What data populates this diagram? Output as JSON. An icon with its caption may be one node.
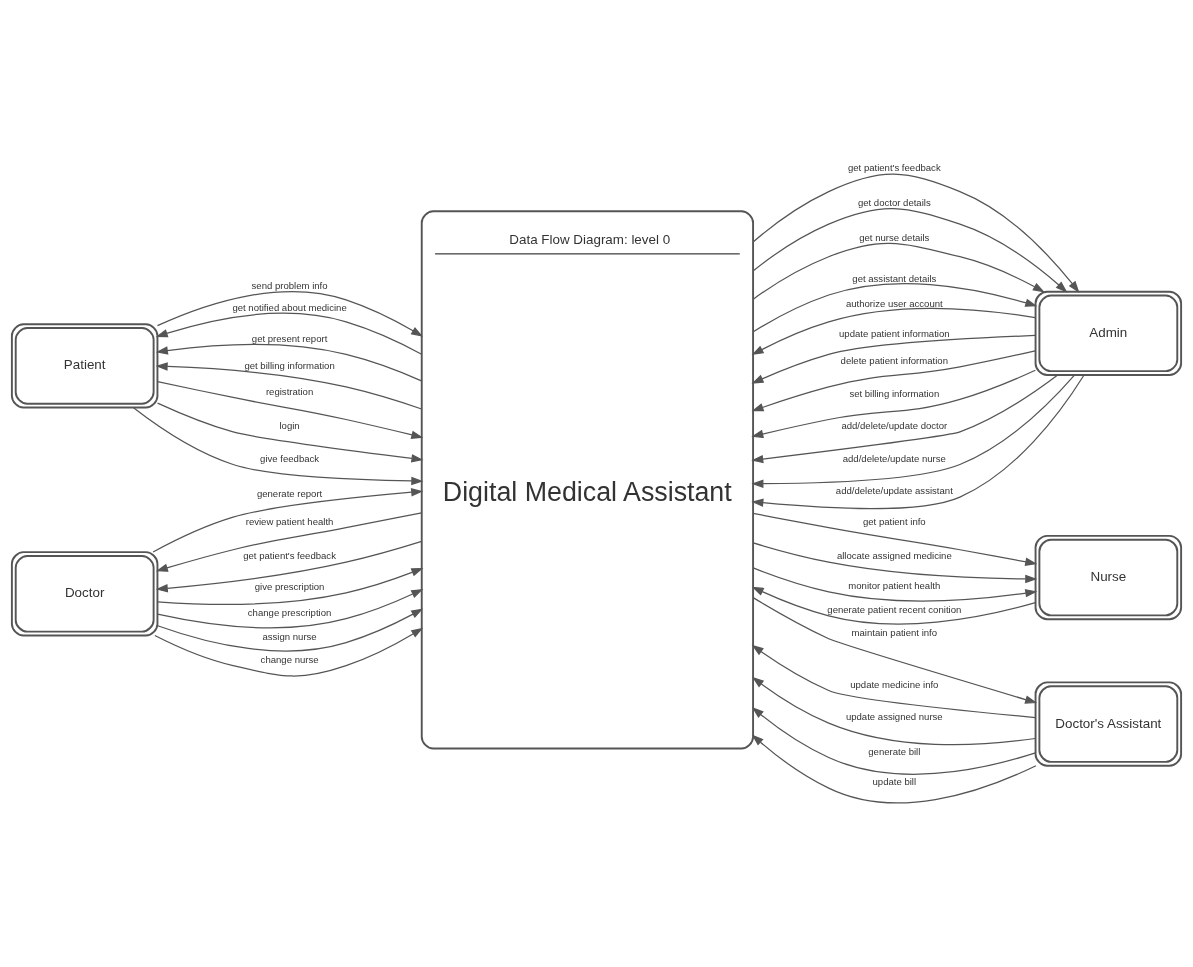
{
  "diagram": {
    "nodes": [
      {
        "text": [
          "Data Flow Diagram: level 0",
          "Digital Medical Assistant"
        ]
      },
      {
        "text": [
          "Patient"
        ]
      },
      {
        "text": [
          "Doctor"
        ]
      },
      {
        "text": [
          "Admin"
        ]
      },
      {
        "text": [
          "Nurse"
        ]
      },
      {
        "text": [
          "Doctor's Assistant"
        ]
      }
    ],
    "edges": [
      {
        "from": 0,
        "to": 1,
        "arrow": "to",
        "label": "get notified about medicine"
      },
      {
        "from": 1,
        "to": 0,
        "arrow": "to",
        "label": "registration"
      },
      {
        "from": 1,
        "to": 0,
        "arrow": "to",
        "label": "login"
      },
      {
        "from": 1,
        "to": 0,
        "arrow": "to",
        "label": "give feedback"
      },
      {
        "from": 1,
        "to": 0,
        "arrow": "to",
        "label": "send problem info"
      },
      {
        "from": 0,
        "to": 1,
        "arrow": "to",
        "label": "get present report"
      },
      {
        "from": 0,
        "to": 1,
        "arrow": "to",
        "label": "get billing information"
      },
      {
        "from": 2,
        "to": 0,
        "arrow": "to",
        "label": "give prescription"
      },
      {
        "from": 0,
        "to": 2,
        "arrow": "to",
        "label": "review patient health"
      },
      {
        "from": 2,
        "to": 0,
        "arrow": "to",
        "label": "change prescription"
      },
      {
        "from": 2,
        "to": 0,
        "arrow": "to",
        "label": "assign nurse"
      },
      {
        "from": 2,
        "to": 0,
        "arrow": "to",
        "label": "generate report"
      },
      {
        "from": 0,
        "to": 2,
        "arrow": "to",
        "label": "get patient's feedback"
      },
      {
        "from": 2,
        "to": 0,
        "arrow": "to",
        "label": "change nurse"
      },
      {
        "from": 0,
        "to": 3,
        "arrow": "to",
        "label": "get patient's feedback"
      },
      {
        "from": 3,
        "to": 0,
        "arrow": "to",
        "label": "authorize user account"
      },
      {
        "from": 3,
        "to": 0,
        "arrow": "to",
        "label": "update patient information"
      },
      {
        "from": 3,
        "to": 0,
        "arrow": "to",
        "label": "delete patient information"
      },
      {
        "from": 3,
        "to": 0,
        "arrow": "to",
        "label": "set billing information"
      },
      {
        "from": 3,
        "to": 0,
        "arrow": "to",
        "label": "add/delete/update doctor"
      },
      {
        "from": 0,
        "to": 3,
        "arrow": "to",
        "label": "get doctor details"
      },
      {
        "from": 3,
        "to": 0,
        "arrow": "to",
        "label": "add/delete/update nurse"
      },
      {
        "from": 0,
        "to": 3,
        "arrow": "to",
        "label": "get nurse details"
      },
      {
        "from": 3,
        "to": 0,
        "arrow": "to",
        "label": "add/delete/update assistant"
      },
      {
        "from": 0,
        "to": 3,
        "arrow": "to",
        "label": "get assistant details"
      },
      {
        "from": 0,
        "to": 4,
        "arrow": "to",
        "label": "get patient info"
      },
      {
        "from": 0,
        "to": 4,
        "arrow": "to",
        "label": "allocate assigned medicine"
      },
      {
        "from": 0,
        "to": 4,
        "arrow": "to",
        "label": "monitor patient health"
      },
      {
        "from": 4,
        "to": 0,
        "arrow": "to",
        "label": "generate patient recent conition"
      },
      {
        "from": 5,
        "to": 0,
        "arrow": "to",
        "label": "update medicine info"
      },
      {
        "from": 0,
        "to": 5,
        "arrow": "to",
        "label": "maintain patient info"
      },
      {
        "from": 5,
        "to": 0,
        "arrow": "to",
        "label": "update assigned nurse"
      },
      {
        "from": 5,
        "to": 0,
        "arrow": "to",
        "label": "generate bill"
      },
      {
        "from": 5,
        "to": 0,
        "arrow": "to",
        "label": "update bill"
      }
    ]
  }
}
